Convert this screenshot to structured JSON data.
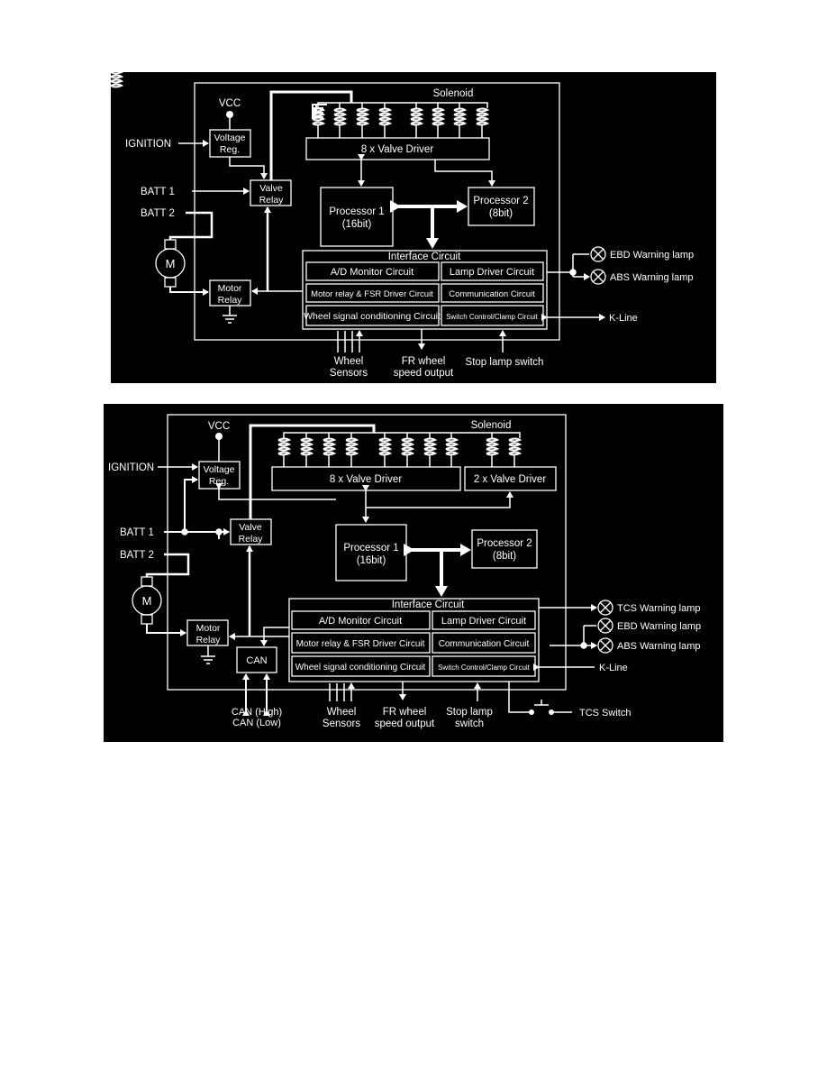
{
  "diagram1": {
    "vcc": "VCC",
    "solenoid": "Solenoid",
    "ignition": "IGNITION",
    "batt1": "BATT 1",
    "batt2": "BATT 2",
    "voltage_reg": [
      "Voltage",
      "Reg."
    ],
    "valve_relay": [
      "Valve",
      "Relay"
    ],
    "motor_relay": [
      "Motor",
      "Relay"
    ],
    "motor": "M",
    "valve_driver": "8 x Valve Driver",
    "processor1": [
      "Processor 1",
      "(16bit)"
    ],
    "processor2": [
      "Processor 2",
      "(8bit)"
    ],
    "interface_circuit": "Interface Circuit",
    "ad_monitor": "A/D Monitor Circuit",
    "lamp_driver": "Lamp Driver Circuit",
    "motor_relay_fsr": "Motor relay & FSR Driver Circuit",
    "communication": "Communication Circuit",
    "wheel_signal": "Wheel signal conditioning Circuit",
    "switch_control": "Switch Control/Clamp Circuit",
    "ebd_lamp": "EBD Warning lamp",
    "abs_lamp": "ABS Warning lamp",
    "kline": "K-Line",
    "wheel_sensors": [
      "Wheel",
      "Sensors"
    ],
    "fr_wheel": [
      "FR wheel",
      "speed output"
    ],
    "stop_lamp": "Stop lamp switch"
  },
  "diagram2": {
    "vcc": "VCC",
    "solenoid": "Solenoid",
    "ignition": "IGNITION",
    "batt1": "BATT 1",
    "batt2": "BATT 2",
    "voltage_reg": [
      "Voltage",
      "Reg."
    ],
    "valve_relay": [
      "Valve",
      "Relay"
    ],
    "motor_relay": [
      "Motor",
      "Relay"
    ],
    "motor": "M",
    "can": "CAN",
    "valve_driver": "8 x Valve Driver",
    "valve_driver2": "2 x Valve Driver",
    "processor1": [
      "Processor 1",
      "(16bit)"
    ],
    "processor2": [
      "Processor 2",
      "(8bit)"
    ],
    "interface_circuit": "Interface Circuit",
    "ad_monitor": "A/D Monitor Circuit",
    "lamp_driver": "Lamp Driver Circuit",
    "motor_relay_fsr": "Motor relay & FSR Driver Circuit",
    "communication": "Communication Circuit",
    "wheel_signal": "Wheel signal conditioning Circuit",
    "switch_control": "Switch Control/Clamp Circuit",
    "tcs_lamp": "TCS Warning lamp",
    "ebd_lamp": "EBD Warning lamp",
    "abs_lamp": "ABS Warning lamp",
    "kline": "K-Line",
    "can_lines": [
      "CAN (High)",
      "CAN (Low)"
    ],
    "wheel_sensors": [
      "Wheel",
      "Sensors"
    ],
    "fr_wheel": [
      "FR wheel",
      "speed output"
    ],
    "stop_lamp": [
      "Stop lamp",
      "switch"
    ],
    "tcs_switch": "TCS Switch"
  }
}
